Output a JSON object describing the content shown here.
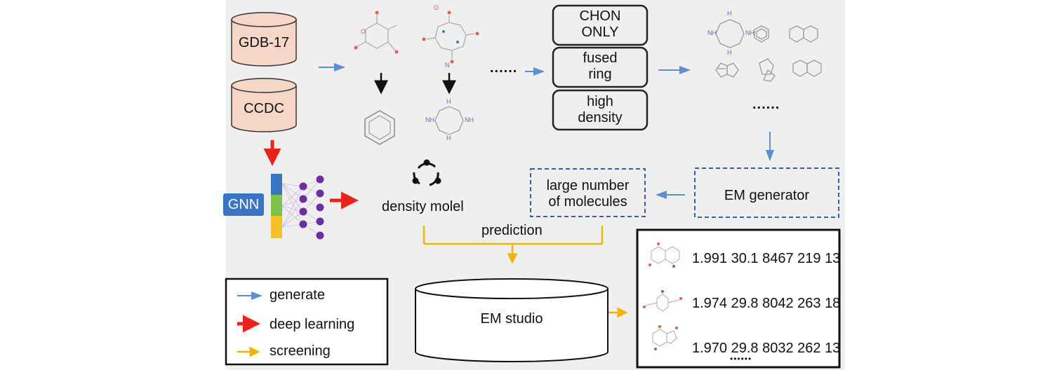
{
  "databases": {
    "db1": "GDB-17",
    "db2": "CCDC"
  },
  "filters": {
    "chon": [
      "CHON",
      "ONLY"
    ],
    "fused": [
      "fused",
      "ring"
    ],
    "density": [
      "high",
      "density"
    ]
  },
  "ellipsis": "......",
  "model": {
    "gnn": "GNN",
    "density_model": "density molel"
  },
  "generator": {
    "large_number": [
      "large number",
      "of molecules"
    ],
    "em_generator": "EM generator"
  },
  "screening": {
    "prediction": "prediction",
    "em_studio": "EM studio"
  },
  "results": {
    "rows": [
      "1.991 30.1 8467 219 13",
      "1.974 29.8 8042 263 18",
      "1.970 29.8 8032 262 13"
    ],
    "more": "••••••"
  },
  "atoms": {
    "o": "O",
    "n": "N",
    "nh": "NH",
    "h": "H"
  },
  "legend": {
    "generate": "generate",
    "deep_learning": "deep learning",
    "screening": "screening"
  },
  "colors": {
    "generate_arrow": "#5b8ed2",
    "deep_learning_arrow": "#e8231c",
    "screening_arrow": "#f0b400",
    "database_fill": "#f6d6c6",
    "neuron": "#6a2fa0",
    "gnn_badge": "#3a74c5"
  }
}
